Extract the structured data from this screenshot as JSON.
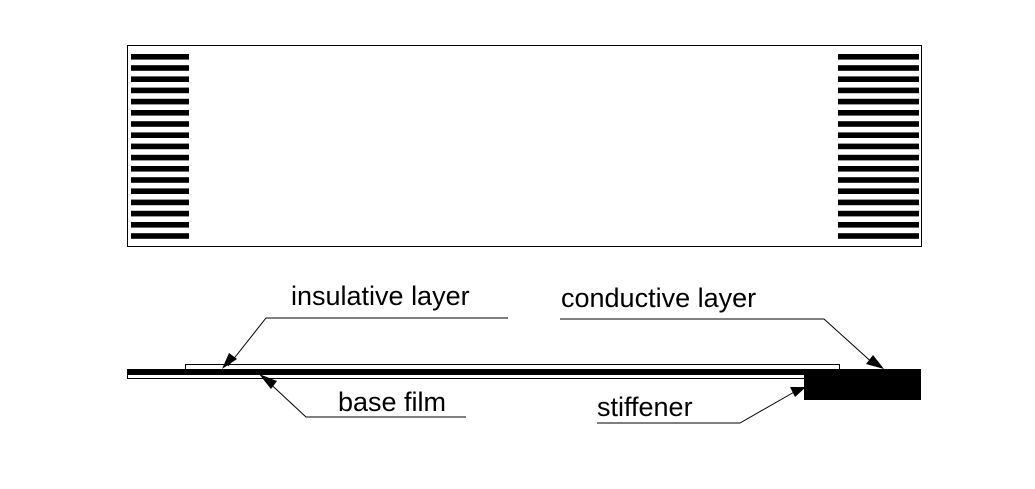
{
  "labels": {
    "insulative": "insulative layer",
    "conductive": "conductive layer",
    "base": "base film",
    "stiffener": "stiffener"
  },
  "contacts": {
    "per_side": 17
  },
  "colors": {
    "ink": "#000000",
    "paper": "#ffffff"
  }
}
